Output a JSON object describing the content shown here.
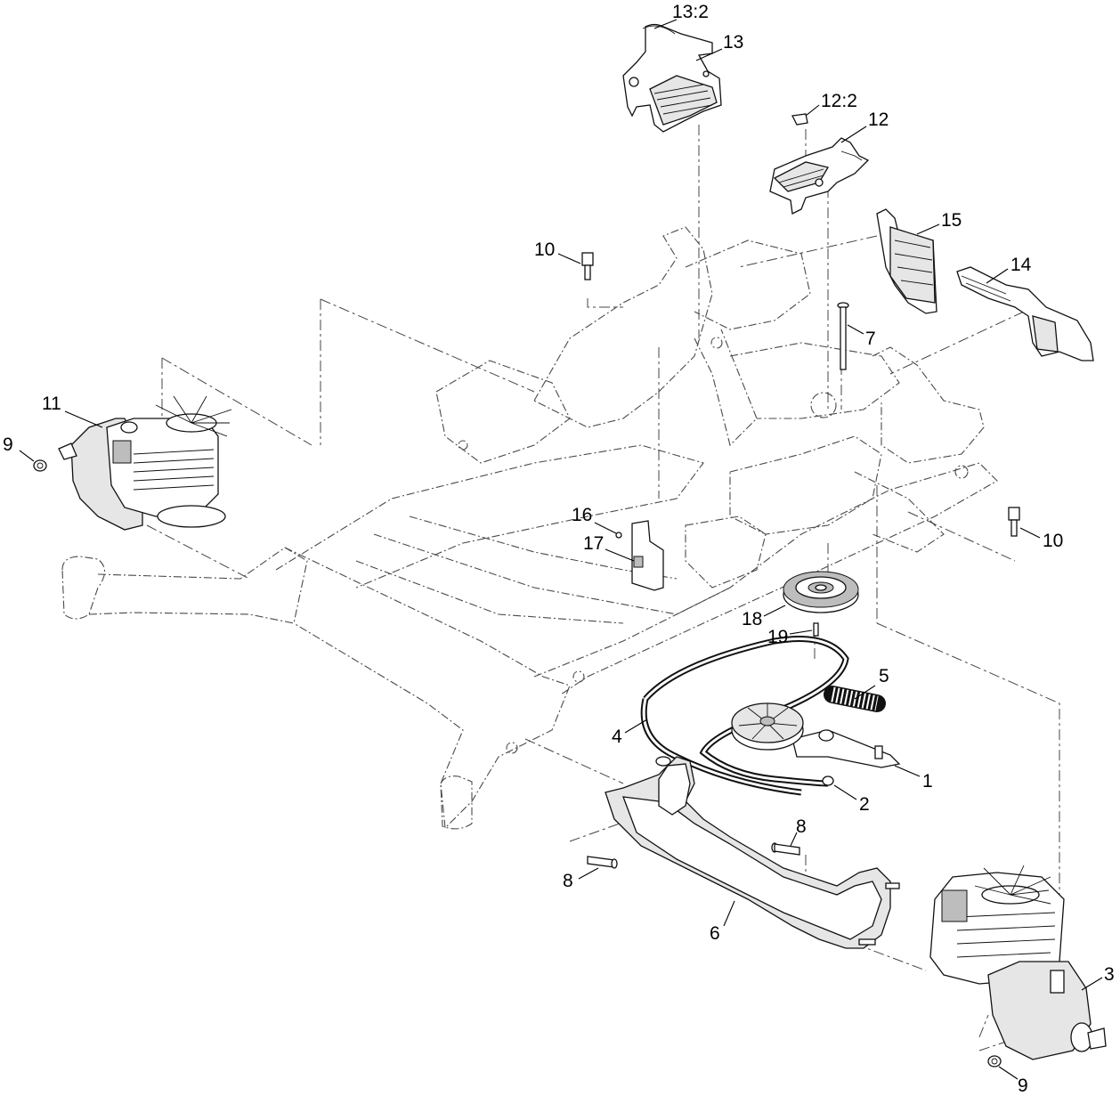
{
  "callouts": [
    {
      "id": "c13_2",
      "label": "13:2"
    },
    {
      "id": "c13",
      "label": "13"
    },
    {
      "id": "c12_2",
      "label": "12:2"
    },
    {
      "id": "c12",
      "label": "12"
    },
    {
      "id": "c15",
      "label": "15"
    },
    {
      "id": "c14",
      "label": "14"
    },
    {
      "id": "c10a",
      "label": "10"
    },
    {
      "id": "c7",
      "label": "7"
    },
    {
      "id": "c11",
      "label": "11"
    },
    {
      "id": "c9a",
      "label": "9"
    },
    {
      "id": "c16",
      "label": "16"
    },
    {
      "id": "c17",
      "label": "17"
    },
    {
      "id": "c10b",
      "label": "10"
    },
    {
      "id": "c18",
      "label": "18"
    },
    {
      "id": "c19",
      "label": "19"
    },
    {
      "id": "c5",
      "label": "5"
    },
    {
      "id": "c4",
      "label": "4"
    },
    {
      "id": "c1",
      "label": "1"
    },
    {
      "id": "c2",
      "label": "2"
    },
    {
      "id": "c8a",
      "label": "8"
    },
    {
      "id": "c8b",
      "label": "8"
    },
    {
      "id": "c6",
      "label": "6"
    },
    {
      "id": "c3",
      "label": "3"
    },
    {
      "id": "c9b",
      "label": "9"
    }
  ]
}
